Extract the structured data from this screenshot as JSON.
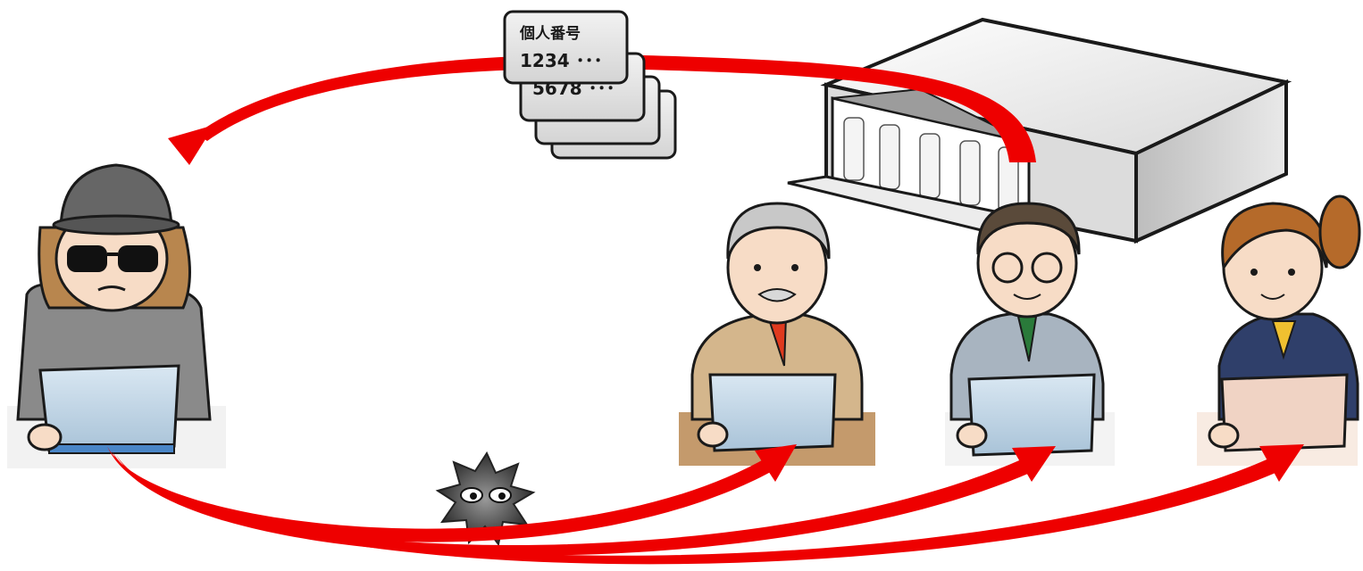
{
  "cards": {
    "title": "個人番号",
    "line1": "1234 ･･･",
    "line2": "5678 ･･･",
    "line3": "･･････",
    "line4": "･･････"
  },
  "colors": {
    "arrow": "#ee0000",
    "card_fill": "#e6e6e6",
    "server_body": "#e2e2e2",
    "laptop_screen": "#c4d8e8",
    "laptop_screen_woman": "#f0d3c4"
  },
  "icons": {
    "attacker": "hacker-icon",
    "virus": "virus-icon",
    "server": "server-icon",
    "users": [
      "elder-man-icon",
      "man-glasses-icon",
      "woman-icon"
    ]
  }
}
